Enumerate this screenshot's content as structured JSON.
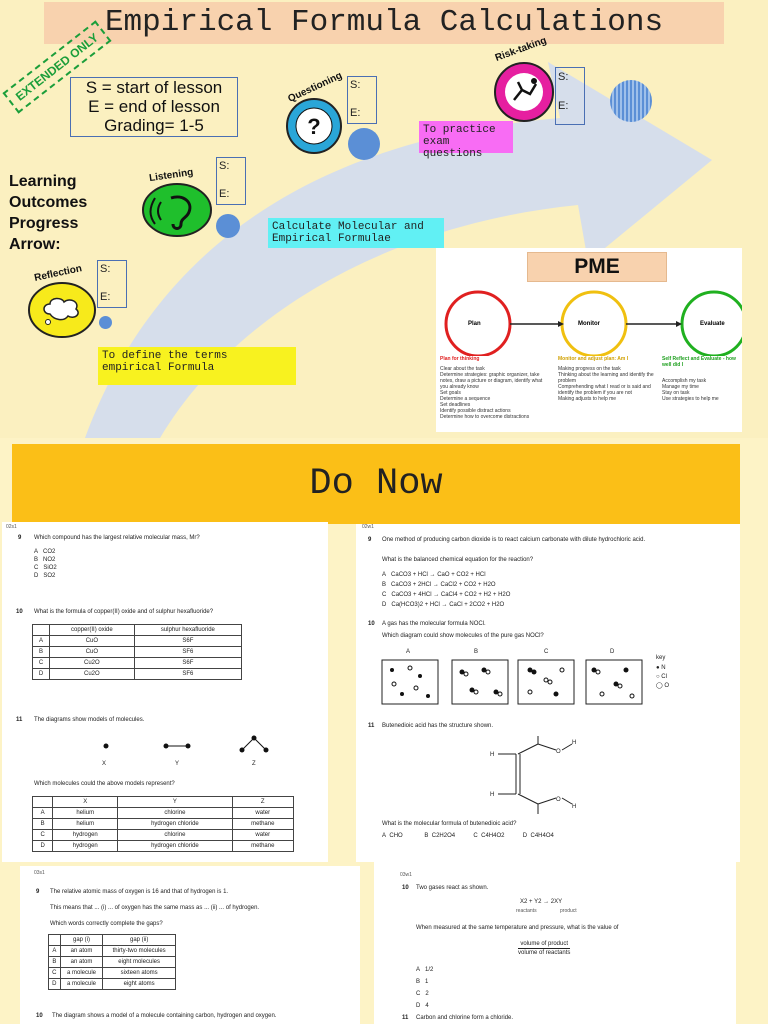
{
  "slide1": {
    "title": "Empirical Formula Calculations",
    "extended_only": "EXTENDED ONLY",
    "legend": [
      "S = start of lesson",
      "E = end of lesson",
      "Grading= 1-5"
    ],
    "learning_outcomes_label": [
      "Learning",
      "Outcomes",
      "Progress",
      "Arrow:"
    ],
    "badges": [
      {
        "label": "Reflection",
        "color": "#f7ea1b"
      },
      {
        "label": "Listening",
        "color": "#1fbf2c"
      },
      {
        "label": "Questioning",
        "color": "#2aa6d8"
      },
      {
        "label": "Risk-taking",
        "color": "#e61fa0"
      }
    ],
    "s_label": "S:",
    "e_label": "E:",
    "outcomes": [
      {
        "text": "To define the terms empirical Formula",
        "color": "#f8f21f"
      },
      {
        "text": "Calculate Molecular and Empirical Formulae",
        "color": "#61f0f4"
      },
      {
        "text": "To practice exam questions",
        "color": "#f86cf4"
      }
    ],
    "pme": {
      "title": "PME",
      "stages": [
        "Plan",
        "Monitor",
        "Evaluate"
      ],
      "plan_heading": "Plan for thinking",
      "plan_items": [
        "Clear about the task",
        "Determine strategies: graphic organizer, take notes, draw a picture or diagram, identify what you already know",
        "Set goals",
        "Determine a sequence",
        "Set deadlines",
        "Identify possible distract actions",
        "Determine how to overcome distractions"
      ],
      "monitor_heading": "Monitor and adjust plan: Am I",
      "monitor_items": [
        "Making progress on the task",
        "Thinking about the learning and identify the problem",
        "Comprehending what I read or is said and identify the problem if you are not",
        "Making adjusts to help me"
      ],
      "evaluate_heading": "Self Reflect and Evaluate - how well did I",
      "evaluate_items": [
        "Accomplish my task",
        "Manage my time",
        "Stay on task",
        "Use strategies to help me"
      ]
    }
  },
  "slide2": {
    "title": "Do Now",
    "paper1": {
      "tag": "02s1",
      "q9": {
        "num": "9",
        "text": "Which compound has the largest relative molecular mass, Mr?",
        "options": [
          [
            "A",
            "CO2"
          ],
          [
            "B",
            "NO2"
          ],
          [
            "C",
            "SiO2"
          ],
          [
            "D",
            "SO2"
          ]
        ]
      },
      "q10": {
        "num": "10",
        "text": "What is the formula of copper(II) oxide and of sulphur hexafluoride?",
        "headers": [
          "",
          "copper(II) oxide",
          "sulphur hexafluoride"
        ],
        "rows": [
          [
            "A",
            "CuO",
            "S6F"
          ],
          [
            "B",
            "CuO",
            "SF6"
          ],
          [
            "C",
            "Cu2O",
            "S6F"
          ],
          [
            "D",
            "Cu2O",
            "SF6"
          ]
        ]
      },
      "q11": {
        "num": "11",
        "text": "The diagrams show models of molecules.",
        "models": [
          "X",
          "Y",
          "Z"
        ],
        "question": "Which molecules could the above models represent?",
        "headers": [
          "",
          "X",
          "Y",
          "Z"
        ],
        "rows": [
          [
            "A",
            "helium",
            "chlorine",
            "water"
          ],
          [
            "B",
            "helium",
            "hydrogen chloride",
            "methane"
          ],
          [
            "C",
            "hydrogen",
            "chlorine",
            "water"
          ],
          [
            "D",
            "hydrogen",
            "hydrogen chloride",
            "methane"
          ]
        ]
      }
    },
    "paper2": {
      "tag": "02w1",
      "q9": {
        "num": "9",
        "text": "One method of producing carbon dioxide is to react calcium carbonate with dilute hydrochloric acid.",
        "question": "What is the balanced chemical equation for the reaction?",
        "options": [
          [
            "A",
            "CaCO3 + HCl → CaO + CO2 + HCl"
          ],
          [
            "B",
            "CaCO3 + 2HCl → CaCl2 + CO2 + H2O"
          ],
          [
            "C",
            "CaCO3 + 4HCl → CaCl4 + CO2 + H2 + H2O"
          ],
          [
            "D",
            "Ca(HCO3)2 + HCl → CaCl + 2CO2 + H2O"
          ]
        ]
      },
      "q10": {
        "num": "10",
        "text": "A gas has the molecular formula NOCl.",
        "question": "Which diagram could show molecules of the pure gas NOCl?",
        "diagrams": [
          "A",
          "B",
          "C",
          "D"
        ],
        "key_title": "key",
        "key": [
          "N",
          "Cl",
          "O"
        ]
      },
      "q11": {
        "num": "11",
        "text": "Butenedioic acid has the structure shown.",
        "question": "What is the molecular formula of butenedioic acid?",
        "options": [
          [
            "A",
            "CHO"
          ],
          [
            "B",
            "C2H2O4"
          ],
          [
            "C",
            "C4H4O2"
          ],
          [
            "D",
            "C4H4O4"
          ]
        ]
      }
    },
    "paper3": {
      "tag": "03s1",
      "q9": {
        "num": "9",
        "text": "The relative atomic mass of oxygen is 16 and that of hydrogen is 1.",
        "text2": "This means that ... (i) ... of oxygen has the same mass as ... (ii) ... of hydrogen.",
        "question": "Which words correctly complete the gaps?",
        "headers": [
          "",
          "gap (i)",
          "gap (ii)"
        ],
        "rows": [
          [
            "A",
            "an atom",
            "thirty-two molecules"
          ],
          [
            "B",
            "an atom",
            "eight molecules"
          ],
          [
            "C",
            "a molecule",
            "sixteen atoms"
          ],
          [
            "D",
            "a molecule",
            "eight atoms"
          ]
        ]
      },
      "q10": {
        "num": "10",
        "text": "The diagram shows a model of a molecule containing carbon, hydrogen and oxygen."
      }
    },
    "paper4": {
      "tag": "03w1",
      "q10": {
        "num": "10",
        "text": "Two gases react as shown.",
        "equation": "X2 + Y2 → 2XY",
        "reactants": "reactants",
        "product": "product",
        "question": "When measured at the same temperature and pressure, what is the value of",
        "fraction_num": "volume of product",
        "fraction_den": "volume of reactants",
        "options": [
          [
            "A",
            "1/2"
          ],
          [
            "B",
            "1"
          ],
          [
            "C",
            "2"
          ],
          [
            "D",
            "4"
          ]
        ]
      },
      "q11": {
        "num": "11",
        "text": "Carbon and chlorine form a chloride."
      }
    }
  }
}
